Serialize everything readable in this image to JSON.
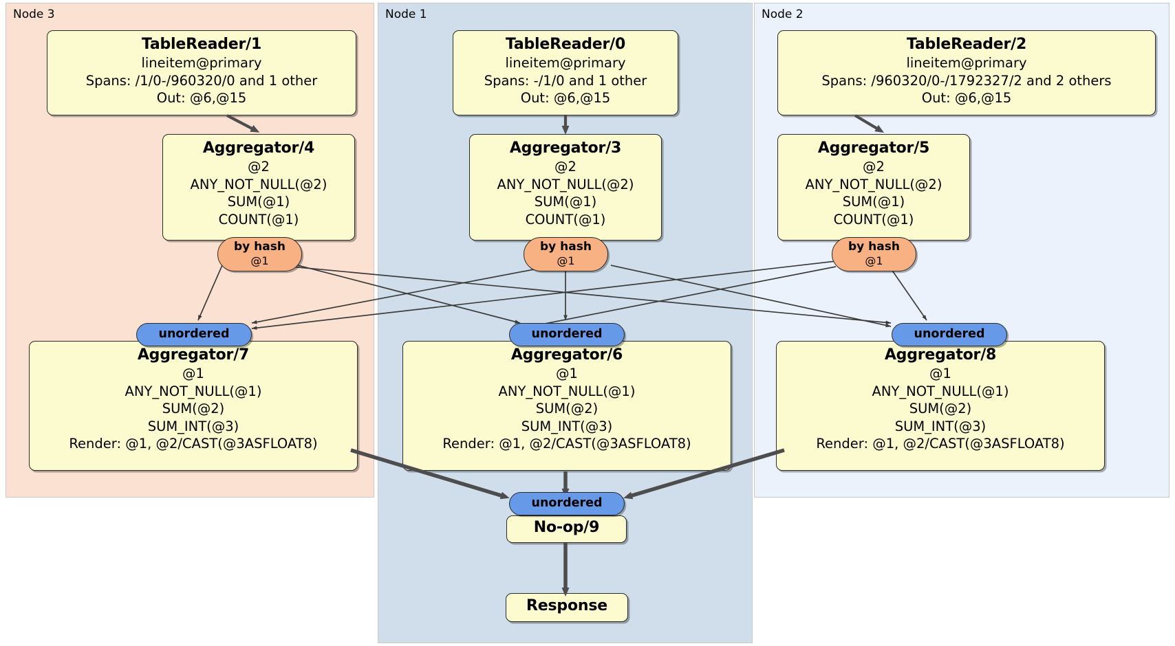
{
  "diagram": {
    "type": "distributed-query-plan",
    "clusters": [
      {
        "id": "node3",
        "label": "Node 3",
        "color": "#fbe1d2"
      },
      {
        "id": "node1",
        "label": "Node 1",
        "color": "#cfdeea"
      },
      {
        "id": "node2",
        "label": "Node 2",
        "color": "#ecf2fb"
      }
    ],
    "processors": {
      "tablereader1": {
        "title": "TableReader/1",
        "lines": [
          "lineitem@primary",
          "Spans: /1/0-/960320/0 and 1 other",
          "Out: @6,@15"
        ]
      },
      "tablereader0": {
        "title": "TableReader/0",
        "lines": [
          "lineitem@primary",
          "Spans: -/1/0 and 1 other",
          "Out: @6,@15"
        ]
      },
      "tablereader2": {
        "title": "TableReader/2",
        "lines": [
          "lineitem@primary",
          "Spans: /960320/0-/1792327/2 and 2 others",
          "Out: @6,@15"
        ]
      },
      "aggregator4": {
        "title": "Aggregator/4",
        "lines": [
          "@2",
          "ANY_NOT_NULL(@2)",
          "SUM(@1)",
          "COUNT(@1)"
        ]
      },
      "aggregator3": {
        "title": "Aggregator/3",
        "lines": [
          "@2",
          "ANY_NOT_NULL(@2)",
          "SUM(@1)",
          "COUNT(@1)"
        ]
      },
      "aggregator5": {
        "title": "Aggregator/5",
        "lines": [
          "@2",
          "ANY_NOT_NULL(@2)",
          "SUM(@1)",
          "COUNT(@1)"
        ]
      },
      "aggregator7": {
        "title": "Aggregator/7",
        "lines": [
          "@1",
          "ANY_NOT_NULL(@1)",
          "SUM(@2)",
          "SUM_INT(@3)",
          "Render: @1, @2/CAST(@3ASFLOAT8)"
        ]
      },
      "aggregator6": {
        "title": "Aggregator/6",
        "lines": [
          "@1",
          "ANY_NOT_NULL(@1)",
          "SUM(@2)",
          "SUM_INT(@3)",
          "Render: @1, @2/CAST(@3ASFLOAT8)"
        ]
      },
      "aggregator8": {
        "title": "Aggregator/8",
        "lines": [
          "@1",
          "ANY_NOT_NULL(@1)",
          "SUM(@2)",
          "SUM_INT(@3)",
          "Render: @1, @2/CAST(@3ASFLOAT8)"
        ]
      },
      "noop9": {
        "title": "No-op/9",
        "lines": []
      },
      "response": {
        "title": "Response",
        "lines": []
      }
    },
    "routers": {
      "hash_left": {
        "label": "by hash",
        "sub": "@1"
      },
      "hash_center": {
        "label": "by hash",
        "sub": "@1"
      },
      "hash_right": {
        "label": "by hash",
        "sub": "@1"
      }
    },
    "synchronizers": {
      "unordered_left": {
        "label": "unordered"
      },
      "unordered_center": {
        "label": "unordered"
      },
      "unordered_right": {
        "label": "unordered"
      },
      "unordered_final": {
        "label": "unordered"
      }
    },
    "colors": {
      "processor_fill": "#fbfbcf",
      "router_fill": "#f7b183",
      "synchronizer_fill": "#6699e8",
      "node3_fill": "#fbe1d2",
      "node1_fill": "#cfdeea",
      "node2_fill": "#ecf2fb",
      "edge": "#3c3c3c"
    }
  }
}
